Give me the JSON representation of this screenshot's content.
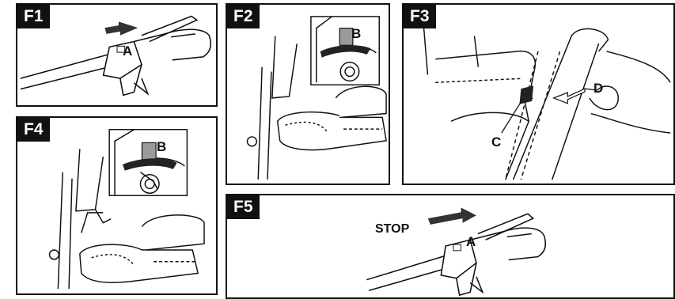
{
  "figures": [
    {
      "id": "f1",
      "label": "F1",
      "callouts": [
        "A"
      ]
    },
    {
      "id": "f2",
      "label": "F2",
      "callouts": [
        "B"
      ]
    },
    {
      "id": "f3",
      "label": "F3",
      "callouts": [
        "D",
        "C"
      ]
    },
    {
      "id": "f4",
      "label": "F4",
      "callouts": [
        "B"
      ]
    },
    {
      "id": "f5",
      "label": "F5",
      "callouts": [
        "A"
      ],
      "note": "STOP"
    }
  ],
  "colors": {
    "ink": "#111111",
    "paper": "#ffffff",
    "fill_gray": "#9a9a9a"
  }
}
